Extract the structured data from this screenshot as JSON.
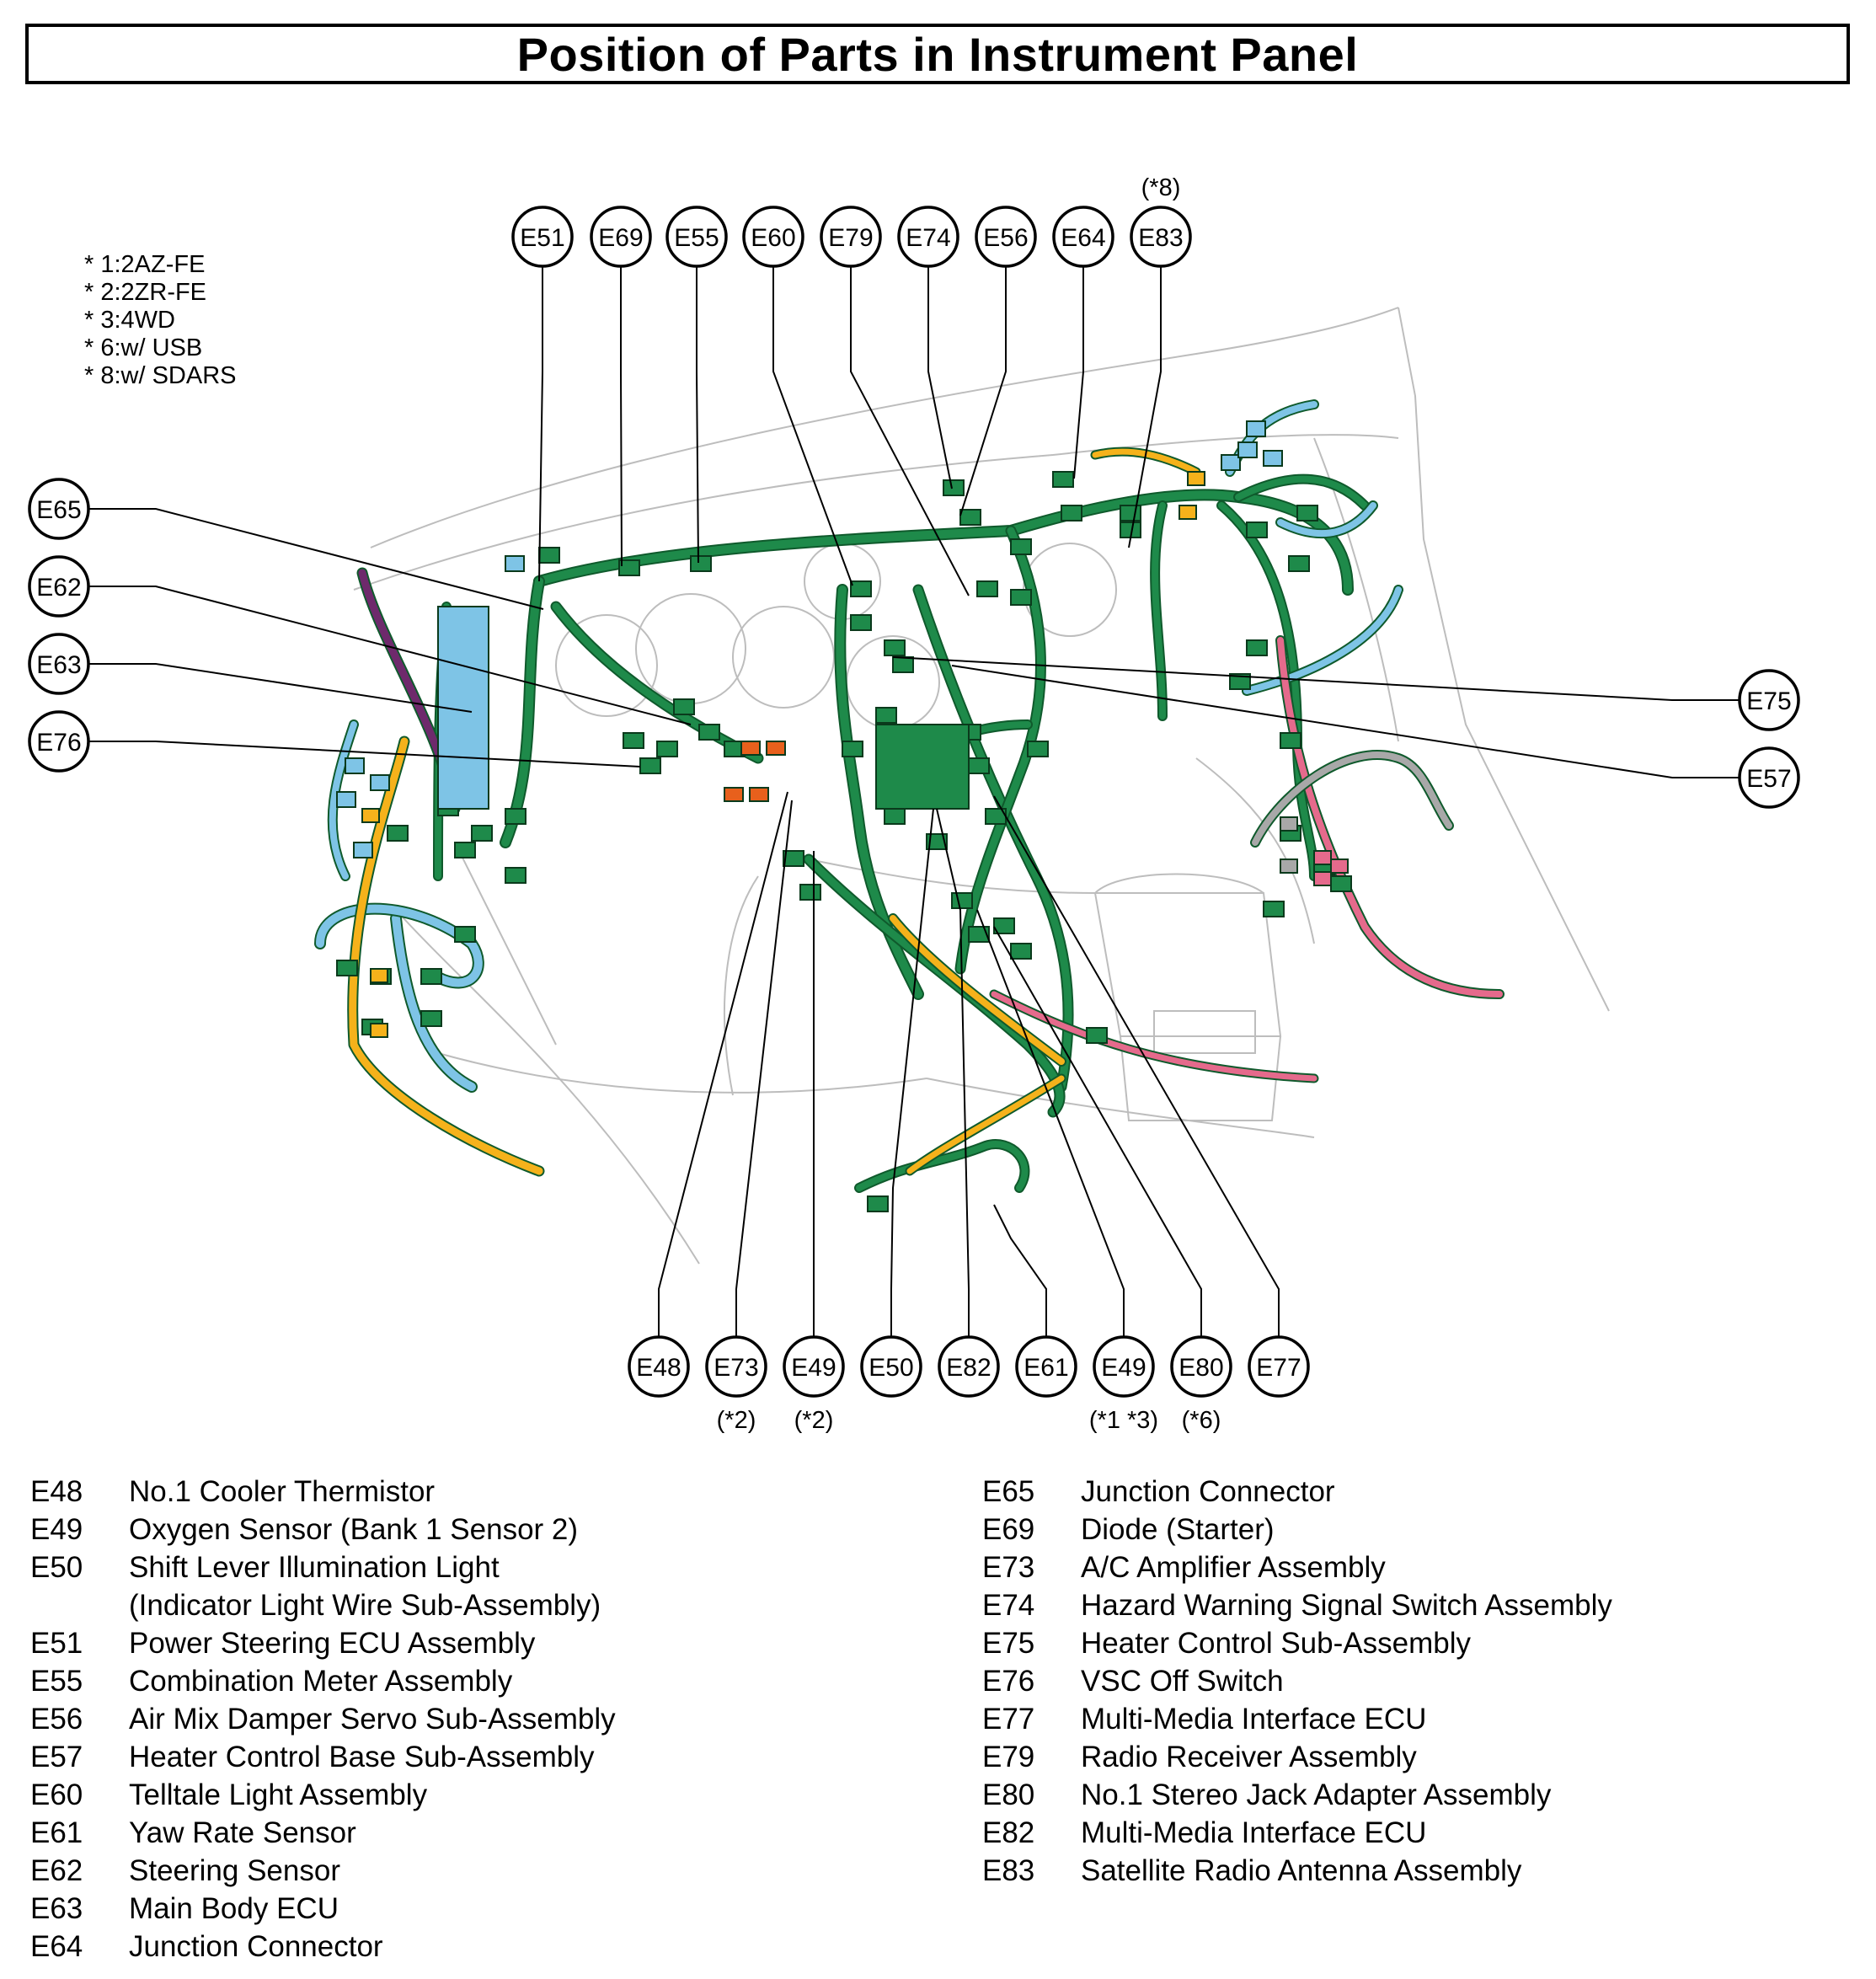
{
  "title": "Position of Parts in Instrument Panel",
  "notes": [
    "* 1:2AZ-FE",
    "* 2:2ZR-FE",
    "* 3:4WD",
    "* 6:w/ USB",
    "* 8:w/ SDARS"
  ],
  "colors": {
    "harness_green": "#1e8a4a",
    "harness_green_dark": "#0f5a2c",
    "harness_blue": "#7ec4e6",
    "harness_blue_dark": "#2b7fb0",
    "harness_yellow": "#f5b21b",
    "harness_pink": "#e56a8c",
    "harness_purple": "#6e2a6c",
    "harness_orange": "#e8601c",
    "harness_gray": "#a8a8a8",
    "outline_gray": "#bdbdbd"
  },
  "callouts": [
    {
      "id": "E51",
      "note": ""
    },
    {
      "id": "E69",
      "note": ""
    },
    {
      "id": "E55",
      "note": ""
    },
    {
      "id": "E60",
      "note": ""
    },
    {
      "id": "E79",
      "note": ""
    },
    {
      "id": "E74",
      "note": ""
    },
    {
      "id": "E56",
      "note": ""
    },
    {
      "id": "E64",
      "note": ""
    },
    {
      "id": "E83",
      "note": "(*8)"
    },
    {
      "id": "E65",
      "note": ""
    },
    {
      "id": "E62",
      "note": ""
    },
    {
      "id": "E63",
      "note": ""
    },
    {
      "id": "E76",
      "note": ""
    },
    {
      "id": "E75",
      "note": ""
    },
    {
      "id": "E57",
      "note": ""
    },
    {
      "id": "E48",
      "note": ""
    },
    {
      "id": "E73",
      "note": "(*2)"
    },
    {
      "id": "E49",
      "note": "(*2)"
    },
    {
      "id": "E50",
      "note": ""
    },
    {
      "id": "E82",
      "note": ""
    },
    {
      "id": "E61",
      "note": ""
    },
    {
      "id": "E49",
      "note": "(*1 *3)"
    },
    {
      "id": "E80",
      "note": "(*6)"
    },
    {
      "id": "E77",
      "note": ""
    }
  ],
  "legend_left": [
    {
      "code": "E48",
      "name": "No.1 Cooler Thermistor"
    },
    {
      "code": "E49",
      "name": "Oxygen Sensor (Bank 1 Sensor 2)"
    },
    {
      "code": "E50",
      "name": "Shift Lever Illumination Light",
      "cont": "(Indicator Light Wire Sub-Assembly)"
    },
    {
      "code": "E51",
      "name": "Power Steering ECU Assembly"
    },
    {
      "code": "E55",
      "name": "Combination Meter Assembly"
    },
    {
      "code": "E56",
      "name": "Air Mix Damper Servo Sub-Assembly"
    },
    {
      "code": "E57",
      "name": "Heater Control Base Sub-Assembly"
    },
    {
      "code": "E60",
      "name": "Telltale Light Assembly"
    },
    {
      "code": "E61",
      "name": "Yaw Rate Sensor"
    },
    {
      "code": "E62",
      "name": "Steering Sensor"
    },
    {
      "code": "E63",
      "name": "Main Body ECU"
    },
    {
      "code": "E64",
      "name": "Junction Connector"
    }
  ],
  "legend_right": [
    {
      "code": "E65",
      "name": "Junction Connector"
    },
    {
      "code": "E69",
      "name": "Diode (Starter)"
    },
    {
      "code": "E73",
      "name": "A/C Amplifier Assembly"
    },
    {
      "code": "E74",
      "name": "Hazard Warning Signal Switch Assembly"
    },
    {
      "code": "E75",
      "name": "Heater Control Sub-Assembly"
    },
    {
      "code": "E76",
      "name": "VSC Off Switch"
    },
    {
      "code": "E77",
      "name": "Multi-Media Interface ECU"
    },
    {
      "code": "E79",
      "name": "Radio Receiver Assembly"
    },
    {
      "code": "E80",
      "name": "No.1 Stereo Jack Adapter Assembly"
    },
    {
      "code": "E82",
      "name": "Multi-Media Interface ECU"
    },
    {
      "code": "E83",
      "name": "Satellite Radio Antenna Assembly"
    }
  ]
}
